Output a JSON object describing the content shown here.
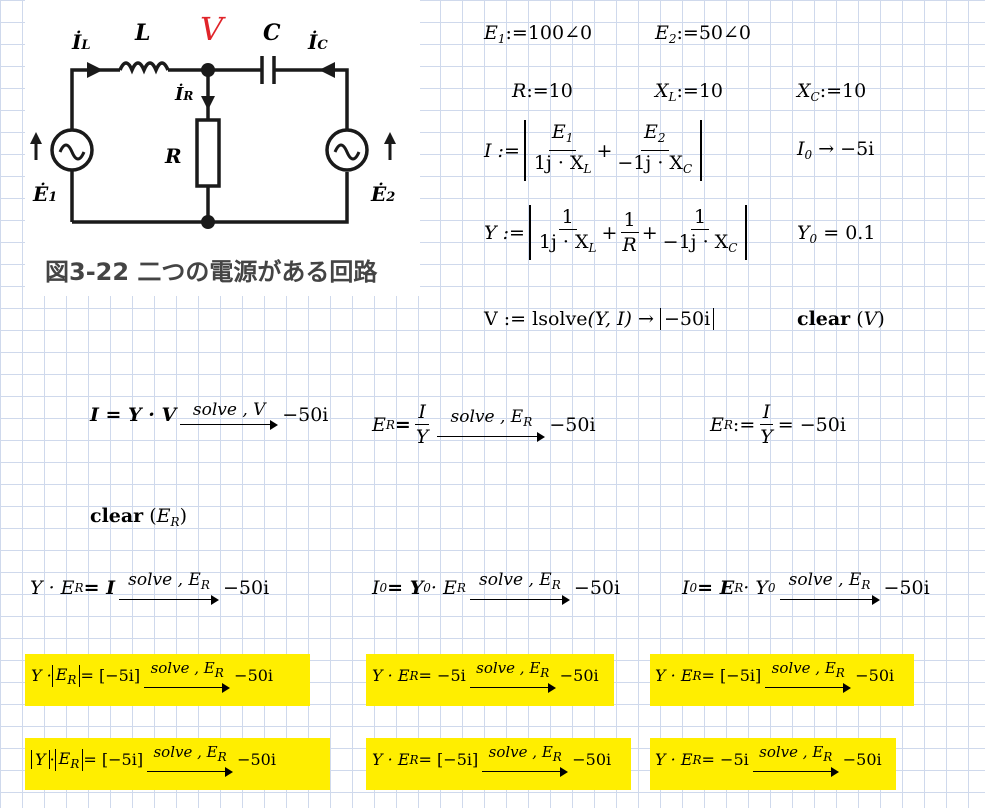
{
  "circuit": {
    "caption": "図3-22 二つの電源がある回路",
    "labels": {
      "IL": "İ",
      "IL_sub": "L",
      "L": "L",
      "V": "V",
      "C": "C",
      "IC": "İ",
      "IC_sub": "C",
      "IR": "İ",
      "IR_sub": "R",
      "R": "R",
      "E1": "Ė",
      "E1_sub": "1",
      "E2": "Ė",
      "E2_sub": "2"
    },
    "colors": {
      "V": "#e0242a",
      "wire": "#1a1a1a"
    }
  },
  "defs": {
    "E1": "E",
    "E1_sub": "1",
    "E1_val": ":=100∠0",
    "E2": "E",
    "E2_sub": "2",
    "E2_val": ":=50∠0",
    "R": "R",
    "R_val": ":=10",
    "XL": "X",
    "XL_sub": "L",
    "XL_val": ":=10",
    "XC": "X",
    "XC_sub": "C",
    "XC_val": ":=10"
  },
  "I_def": {
    "lhs": "I :=",
    "t1_num": "E",
    "t1_num_sub": "1",
    "t1_den": "1j · X",
    "t1_den_sub": "L",
    "plus": "+",
    "t2_num": "E",
    "t2_num_sub": "2",
    "t2_den": "−1j · X",
    "t2_den_sub": "C",
    "I0_lhs": "I",
    "I0_sub": "0",
    "I0_res": "→ −5i"
  },
  "Y_def": {
    "lhs": "Y :=",
    "t1_num": "1",
    "t1_den": "1j · X",
    "t1_den_sub": "L",
    "t2_num": "1",
    "t2_den": "R",
    "t3_num": "1",
    "t3_den": "−1j · X",
    "t3_den_sub": "C",
    "Y0_lhs": "Y",
    "Y0_sub": "0",
    "Y0_res": "= 0.1"
  },
  "V_def": {
    "text": "V := lsolve",
    "args": "(Y, I)",
    "arrow": "→",
    "result": "−50i",
    "clear": "clear",
    "clear_arg": "V"
  },
  "row1": {
    "eq1": {
      "lhs": "I = Y · V",
      "kw": "solve , V",
      "res": "−50i"
    },
    "eq2": {
      "lhs": "E",
      "lhs_sub": "R",
      "eqsign": " =",
      "num": "I",
      "den": "Y",
      "kw": "solve , E",
      "kw_sub": "R",
      "res": "−50i"
    },
    "eq3": {
      "lhs": "E",
      "lhs_sub": "R",
      "assign": " :=",
      "num": "I",
      "den": "Y",
      "res": "= −50i"
    }
  },
  "clear2": {
    "kw": "clear",
    "arg": "E",
    "arg_sub": "R"
  },
  "row2": {
    "eq1": {
      "lhs": "Y · E",
      "lhs_sub": "R",
      "rest": " = I",
      "kw": "solve , E",
      "kw_sub": "R",
      "res": "−50i"
    },
    "eq2": {
      "lhs": "I",
      "lhs_sub": "0",
      "mid": " = Y",
      "mid_sub": "0",
      "rest": " · E",
      "rest_sub": "R",
      "kw": "solve , E",
      "kw_sub": "R",
      "res": "−50i"
    },
    "eq3": {
      "lhs": "I",
      "lhs_sub": "0",
      "mid": " = E",
      "mid_sub": "R",
      "rest": " · Y",
      "rest_sub": "0",
      "kw": "solve , E",
      "kw_sub": "R",
      "res": "−50i"
    }
  },
  "yellow": {
    "a1": {
      "pre": "Y · ",
      "var": "E",
      "var_sub": "R",
      "post": " = [−5i]",
      "kw": "solve , E",
      "kw_sub": "R",
      "res": "−50i"
    },
    "a2": {
      "pre": "Y · E",
      "pre_sub": "R",
      "post": " = −5i",
      "kw": "solve , E",
      "kw_sub": "R",
      "res": "−50i"
    },
    "a3": {
      "pre": "Y · E",
      "pre_sub": "R",
      "post": " = [−5i]",
      "kw": "solve , E",
      "kw_sub": "R",
      "res": "−50i"
    },
    "b1": {
      "y": "Y",
      "var": "E",
      "var_sub": "R",
      "post": " = [−5i]",
      "kw": "solve , E",
      "kw_sub": "R",
      "res": "−50i"
    },
    "b2": {
      "pre": "Y · E",
      "pre_sub": "R",
      "post": " = [−5i]",
      "kw": "solve , E",
      "kw_sub": "R",
      "res": "−50i"
    },
    "b3": {
      "pre": "Y · E",
      "pre_sub": "R",
      "post": " = −5i",
      "kw": "solve , E",
      "kw_sub": "R",
      "res": "−50i"
    },
    "color": "#ffee00"
  }
}
